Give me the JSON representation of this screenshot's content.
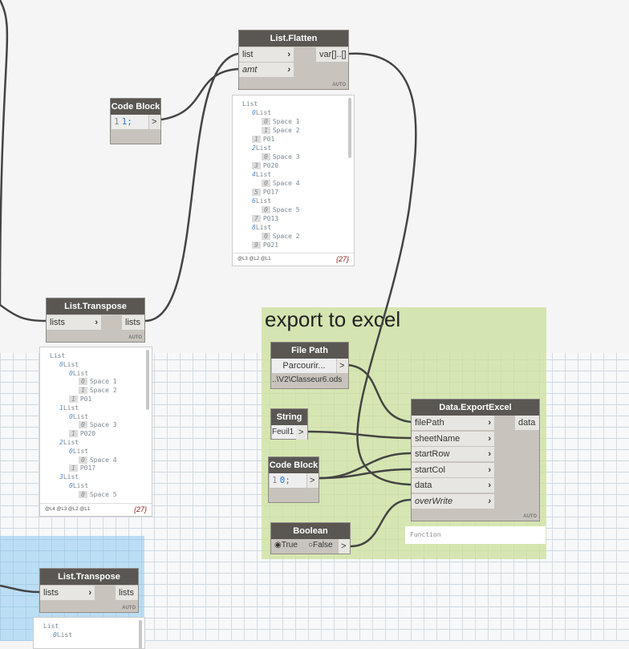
{
  "group": {
    "title": "export to excel"
  },
  "flatten": {
    "title": "List.Flatten",
    "in": [
      "list",
      "amt"
    ],
    "out": "var[]..[]",
    "auto": "AUTO",
    "preview": {
      "rows": [
        [
          "",
          "List",
          0
        ],
        [
          "0",
          "List",
          1
        ],
        [
          "0",
          "Space 1",
          2
        ],
        [
          "1",
          "Space 2",
          2
        ],
        [
          "1",
          "P01",
          1
        ],
        [
          "2",
          "List",
          1
        ],
        [
          "0",
          "Space 3",
          2
        ],
        [
          "3",
          "P020",
          1
        ],
        [
          "4",
          "List",
          1
        ],
        [
          "0",
          "Space 4",
          2
        ],
        [
          "5",
          "P017",
          1
        ],
        [
          "6",
          "List",
          1
        ],
        [
          "0",
          "Space 5",
          2
        ],
        [
          "7",
          "P013",
          1
        ],
        [
          "8",
          "List",
          1
        ],
        [
          "0",
          "Space 2",
          2
        ],
        [
          "9",
          "P021",
          1
        ]
      ],
      "levels": "@L3 @L2 @L1",
      "count": "{27}"
    }
  },
  "codeblock1": {
    "title": "Code Block",
    "line": "1",
    "code": "1;",
    "out": ">"
  },
  "transpose1": {
    "title": "List.Transpose",
    "in": "lists",
    "out": "lists",
    "auto": "AUTO",
    "preview": {
      "rows": [
        [
          "",
          "List",
          0
        ],
        [
          "0",
          "List",
          1
        ],
        [
          "0",
          "List",
          2
        ],
        [
          "0",
          "Space 1",
          3
        ],
        [
          "1",
          "Space 2",
          3
        ],
        [
          "1",
          "P01",
          2
        ],
        [
          "1",
          "List",
          1
        ],
        [
          "0",
          "List",
          2
        ],
        [
          "0",
          "Space 3",
          3
        ],
        [
          "1",
          "P020",
          2
        ],
        [
          "2",
          "List",
          1
        ],
        [
          "0",
          "List",
          2
        ],
        [
          "0",
          "Space 4",
          3
        ],
        [
          "1",
          "P017",
          2
        ],
        [
          "3",
          "List",
          1
        ],
        [
          "0",
          "List",
          2
        ],
        [
          "0",
          "Space 5",
          3
        ]
      ],
      "levels": "@L4 @L3 @L2 @L1",
      "count": "{27}"
    }
  },
  "filepath": {
    "title": "File Path",
    "button": "Parcourir...",
    "out": ">",
    "value": "..\\V2\\Classeur6.ods"
  },
  "string": {
    "title": "String",
    "value": "Feuil1",
    "out": ">"
  },
  "codeblock2": {
    "title": "Code Block",
    "line": "1",
    "code": "0;",
    "out": ">"
  },
  "boolean": {
    "title": "Boolean",
    "true": "True",
    "false": "False",
    "out": ">"
  },
  "export": {
    "title": "Data.ExportExcel",
    "in": [
      "filePath",
      "sheetName",
      "startRow",
      "startCol",
      "data",
      "overWrite"
    ],
    "out": "data",
    "auto": "AUTO",
    "function": "Function"
  },
  "transpose2": {
    "title": "List.Transpose",
    "in": "lists",
    "out": "lists",
    "auto": "AUTO",
    "preview": {
      "rows": [
        [
          "",
          "List",
          0
        ],
        [
          "0",
          "List",
          1
        ]
      ]
    }
  }
}
